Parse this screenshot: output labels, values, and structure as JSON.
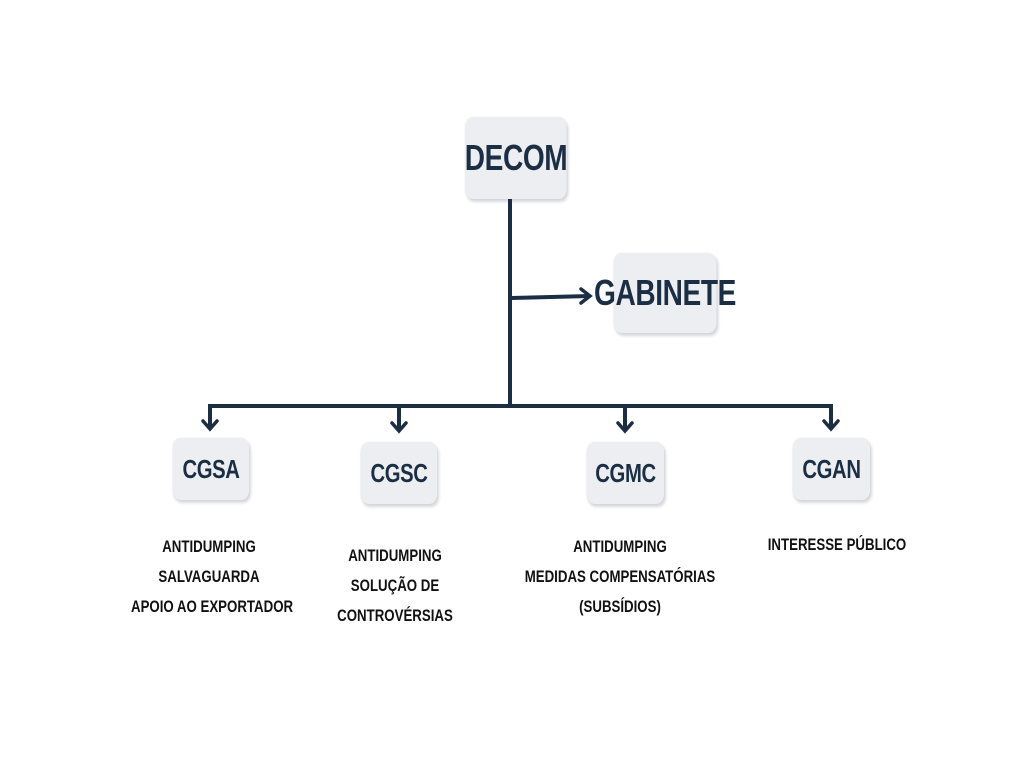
{
  "diagram": {
    "root": {
      "label": "DECOM"
    },
    "staff": {
      "label": "GABINETE"
    },
    "units": [
      {
        "label": "CGSA",
        "functions": [
          "ANTIDUMPING",
          "SALVAGUARDA",
          "APOIO AO EXPORTADOR"
        ]
      },
      {
        "label": "CGSC",
        "functions": [
          "ANTIDUMPING",
          "SOLUÇÃO DE",
          "CONTROVÉRSIAS"
        ]
      },
      {
        "label": "CGMC",
        "functions": [
          "ANTIDUMPING",
          "MEDIDAS COMPENSATÓRIAS",
          "(SUBSÍDIOS)"
        ]
      },
      {
        "label": "CGAN",
        "functions": [
          "INTERESSE PÚBLICO"
        ]
      }
    ],
    "colors": {
      "line": "#1c2e44",
      "box": "#eceef2",
      "text": "#1c2e44"
    }
  }
}
